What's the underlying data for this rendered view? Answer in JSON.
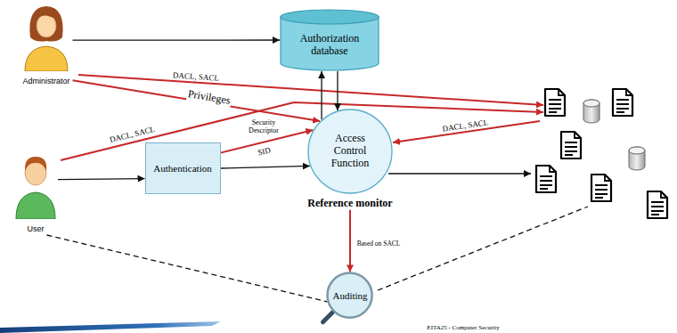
{
  "diagram": {
    "nodes": [
      {
        "text": [
          "Administrator"
        ]
      },
      {
        "text": [
          "Authorization database"
        ]
      },
      {
        "text": [
          "User"
        ]
      },
      {
        "text": [
          "Authentication"
        ]
      },
      {
        "text": [
          "Access Control Function",
          "Reference monitor"
        ]
      },
      {
        "text": [
          "Auditing"
        ]
      }
    ],
    "edges": [
      {
        "from": 0,
        "to": 1,
        "arrow": "to"
      },
      {
        "from": 0,
        "to": 4,
        "label": "Privileges",
        "arrow": "to"
      },
      {
        "from": 2,
        "to": 3,
        "arrow": "to"
      },
      {
        "from": 3,
        "to": 4,
        "arrow": "to"
      },
      {
        "from": 3,
        "to": 4,
        "label": "SID",
        "arrow": "to"
      },
      {
        "from": 4,
        "to": 1,
        "arrow": "to"
      },
      {
        "from": 1,
        "to": 4,
        "arrow": "to"
      },
      {
        "from": 4,
        "to": 5,
        "label": "Based on SACL",
        "arrow": "to"
      },
      {
        "from": 2,
        "to": 5,
        "arrow": "none"
      }
    ],
    "labels": [
      "DACL, SACL",
      "DACL, SACL",
      "DACL, SACL",
      "Security Descriptor",
      "EITA25 - Computer Security"
    ]
  }
}
